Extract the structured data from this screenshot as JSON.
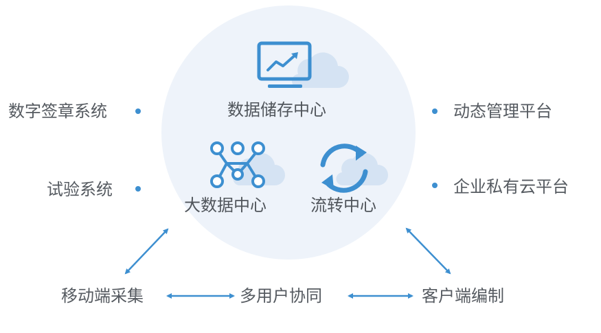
{
  "center": {
    "storage": "数据储存中心",
    "bigdata": "大数据中心",
    "flow": "流转中心"
  },
  "left_items": [
    "数字签章系统",
    "试验系统"
  ],
  "right_items": [
    "动态管理平台",
    "企业私有云平台"
  ],
  "bottom": {
    "left": "移动端采集",
    "middle": "多用户协同",
    "right": "客户端编制"
  },
  "colors": {
    "accent": "#3d8fd0",
    "circle": "#eef3fa",
    "cloud": "#d5e3f3",
    "text": "#555a60"
  },
  "icons": [
    "monitor-chart-icon",
    "network-graph-icon",
    "sync-arrows-icon",
    "cloud-icon"
  ]
}
